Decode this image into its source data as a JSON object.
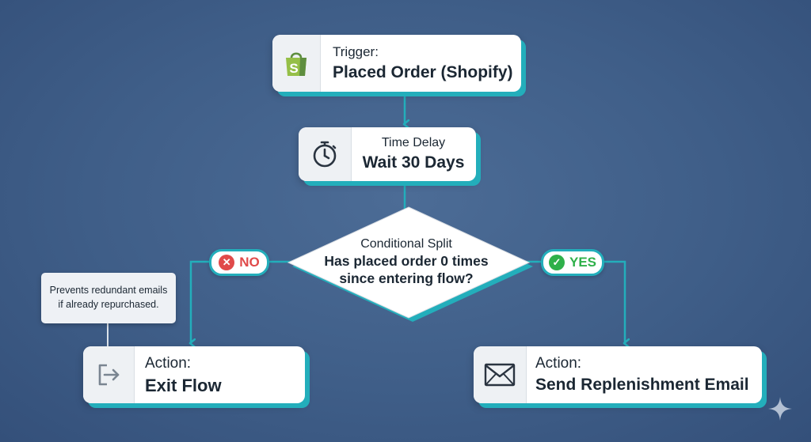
{
  "trigger": {
    "kicker": "Trigger:",
    "title": "Placed Order (Shopify)",
    "icon": "shopify-bag-icon",
    "icon_color": "#95bf47"
  },
  "delay": {
    "kicker": "Time Delay",
    "title": "Wait 30 Days",
    "icon": "stopwatch-icon"
  },
  "split": {
    "kicker": "Conditional Split",
    "title_line1": "Has placed order 0 times",
    "title_line2": "since entering flow?"
  },
  "branches": {
    "no": {
      "label": "NO",
      "icon": "x-circle-icon",
      "color": "#e04a4a"
    },
    "yes": {
      "label": "YES",
      "icon": "check-circle-icon",
      "color": "#2fb04a"
    }
  },
  "exit_action": {
    "kicker": "Action:",
    "title": "Exit Flow",
    "icon": "exit-arrow-icon"
  },
  "email_action": {
    "kicker": "Action:",
    "title": "Send Replenishment Email",
    "icon": "envelope-icon"
  },
  "note": {
    "line1": "Prevents redundant emails",
    "line2": "if already repurchased."
  },
  "colors": {
    "background": "#3f5e88",
    "accent": "#23aebb",
    "node_fill": "#ffffff",
    "text": "#1b2733"
  }
}
